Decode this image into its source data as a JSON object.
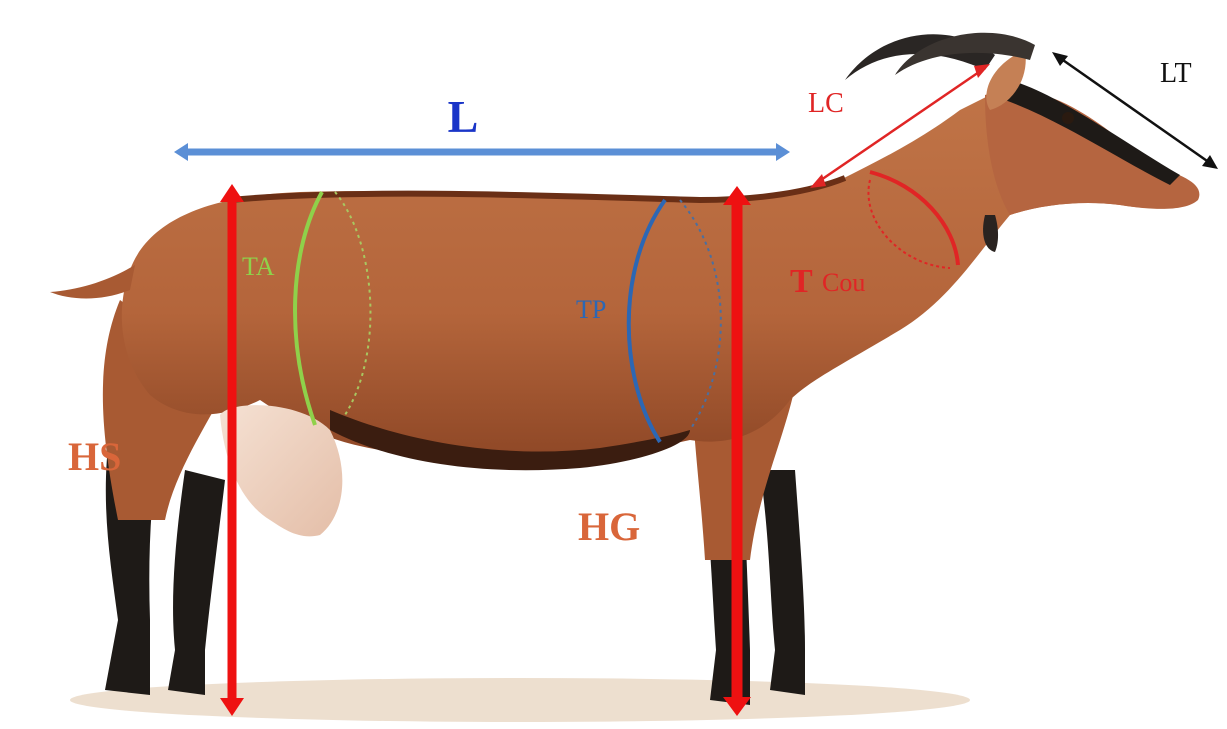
{
  "diagram": {
    "labels": {
      "L": "L",
      "LT": "LT",
      "LC": "LC",
      "TA": "TA",
      "TP": "TP",
      "T": "T",
      "Cou": "Cou",
      "HS": "HS",
      "HG": "HG"
    },
    "colors": {
      "length_arrow": "#5b8fd6",
      "length_text": "#1a35c8",
      "height_arrow": "#ee1111",
      "height_text": "#d9663a",
      "lc": "#e02525",
      "ta": "#8fd14a",
      "tp": "#2c67b4",
      "neck": "#e02525",
      "head_length": "#111111",
      "coat": "#b8663d",
      "coat_dark": "#6a2f16",
      "legs": "#1e1a17",
      "udder": "#f2d7c6",
      "ground": "#e8d7c3"
    }
  }
}
